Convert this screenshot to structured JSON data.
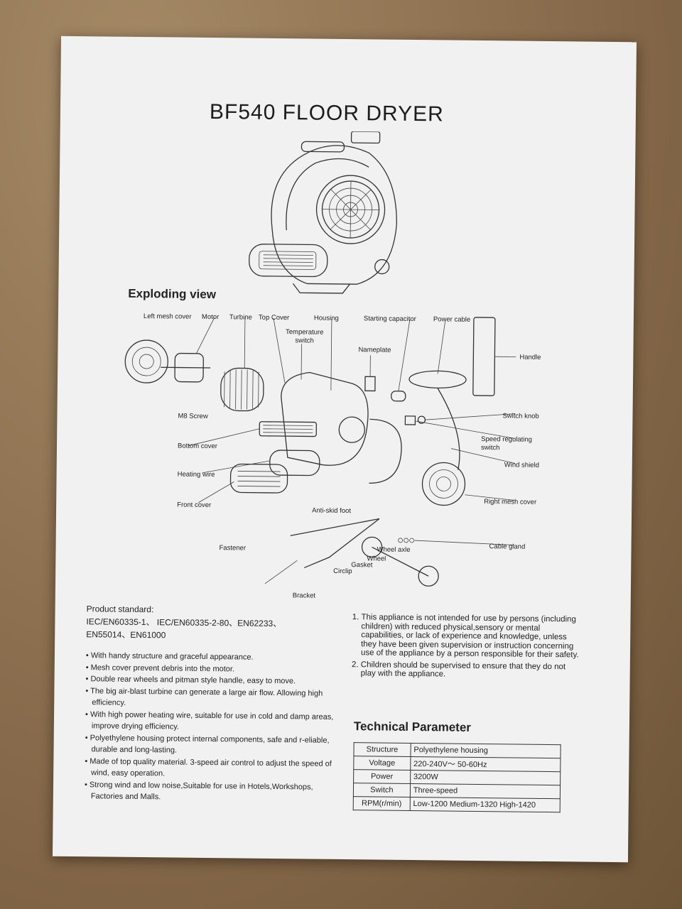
{
  "document": {
    "title": "BF540  FLOOR DRYER",
    "exploding_view_heading": "Exploding view",
    "parts": {
      "left_mesh_cover": "Left mesh cover",
      "motor": "Motor",
      "turbine": "Turbine",
      "top_cover": "Top Cover",
      "housing": "Housing",
      "temperature_switch": "Temperature switch",
      "starting_capacitor": "Starting capacitor",
      "power_cable": "Power cable",
      "nameplate": "Nameplate",
      "handle": "Handle",
      "m8_screw": "M8 Screw",
      "switch_knob": "Switch knob",
      "speed_regulating_switch": "Speed regulating switch",
      "bottom_cover": "Bottom cover",
      "wind_shield": "Wind shield",
      "heating_wire": "Heating wire",
      "right_mesh_cover": "Right mesh cover",
      "front_cover": "Front cover",
      "anti_skid_foot": "Anti-skid foot",
      "cable_gland": "Cable gland",
      "fastener": "Fastener",
      "wheel_axle": "Wheel axle",
      "wheel": "Wheel",
      "gasket": "Gasket",
      "circlip": "Circlip",
      "bracket": "Bracket"
    },
    "product_standard": {
      "label": "Product standard:",
      "line1": "IEC/EN60335-1、 IEC/EN60335-2-80、EN62233、",
      "line2": "EN55014、EN61000"
    },
    "features": [
      "With handy structure and graceful appearance.",
      "Mesh cover prevent debris into the motor.",
      "Double rear wheels and pitman style handle, easy to move.",
      "The big air-blast turbine can generate a large air flow. Allowing high efficiency.",
      "With high power heating wire, suitable for use in cold and damp areas, improve drying efficiency.",
      "Polyethylene housing protect internal components, safe and r-eliable, durable and long-lasting.",
      "Made of top quality material. 3-speed air control to adjust the speed of wind, easy operation.",
      "Strong wind and low noise,Suitable for use in Hotels,Workshops, Factories and Malls."
    ],
    "warnings": [
      "This appliance is not intended for use by persons (including children) with reduced physical,sensory or mental capabilities, or lack of experience and knowledge, unless they have been given supervision or instruction concerning use of the appliance by a person responsible for their safety.",
      "Children should be supervised to ensure that they do not play with the appliance."
    ],
    "tech": {
      "heading": "Technical Parameter",
      "rows": [
        {
          "key": "Structure",
          "value": "Polyethylene housing"
        },
        {
          "key": "Voltage",
          "value": "220-240V～   50-60Hz"
        },
        {
          "key": "Power",
          "value": "3200W"
        },
        {
          "key": "Switch",
          "value": "Three-speed"
        },
        {
          "key": "RPM(r/min)",
          "value": "Low-1200  Medium-1320  High-1420"
        }
      ]
    }
  }
}
